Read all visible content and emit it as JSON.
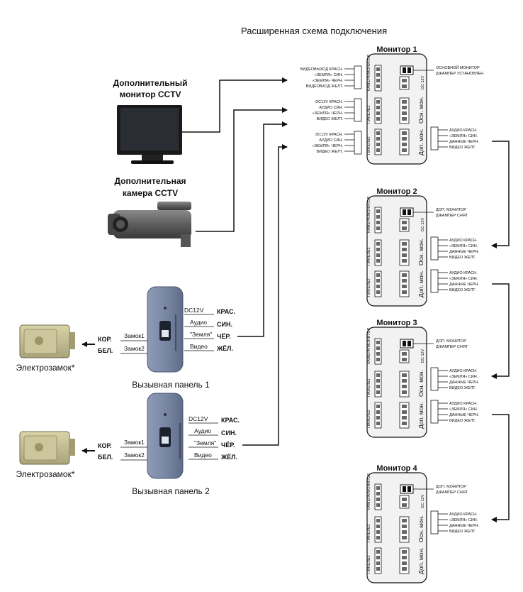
{
  "title": "Расширенная схема подключения",
  "extra_monitor": {
    "line1": "Дополнительный",
    "line2": "монитор CCTV"
  },
  "extra_camera": {
    "line1": "Дополнительная",
    "line2": "камера CCTV"
  },
  "monitor_inputs": {
    "group1": [
      "ВИДЕОВЫХОД КРАСН.",
      "«ЗЕМЛЯ» СИН.",
      "«ЗЕМЛЯ» ЧЕРН.",
      "ВИДЕОВХОД ЖЕЛТ."
    ],
    "group2": [
      "DC12V КРАСН.",
      "АУДИО СИН.",
      "«ЗЕМЛЯ» ЧЕРН.",
      "ВИДЕО ЖЕЛТ."
    ],
    "group3": [
      "DC12V КРАСН.",
      "АУДИО СИН.",
      "«ЗЕМЛЯ» ЧЕРН.",
      "ВИДЕО ЖЕЛТ."
    ]
  },
  "monitor_board": {
    "cam_label": "КАМЕРА/МОНИТОР",
    "panel1_label": "ПАНЕЛЬ1",
    "panel2_label": "ПАНЕЛЬ2",
    "dc12v": "DC 12V",
    "main_mon": "Осн. мон.",
    "extra_mon": "Доп. мон."
  },
  "monitors": [
    {
      "title": "Монитор 1",
      "jumper_line1": "ОСНОВНОЙ МОНИТОР",
      "jumper_line2": "ДЖАМПЕР УСТАНОВЛЕН"
    },
    {
      "title": "Монитор 2",
      "jumper_line1": "ДОП. МОНИТОР",
      "jumper_line2": "ДЖАМПЕР СНЯТ"
    },
    {
      "title": "Монитор 3",
      "jumper_line1": "ДОП. МОНИТОР",
      "jumper_line2": "ДЖАМПЕР СНЯТ"
    },
    {
      "title": "Монитор 4",
      "jumper_line1": "ДОП. МОНИТОР",
      "jumper_line2": "ДЖАМПЕР СНЯТ"
    }
  ],
  "out_labels_m1": [
    "АУДИО КРАСН.",
    "«ЗЕМЛЯ» СИН.",
    "ДАННЫЕ ЧЕРН.",
    "ВИДЕО ЖЕЛТ."
  ],
  "link_labels": [
    "АУДИО КРАСН.",
    "«ЗЕМЛЯ» СИН.",
    "ДАННЫЕ ЧЕРН.",
    "ВИДЕО ЖЕЛТ."
  ],
  "panels": [
    {
      "caption": "Вызывная панель 1",
      "wires": [
        "DC12V",
        "Аудио",
        "\"Земля\"",
        "Видео"
      ],
      "colors": [
        "КРАС.",
        "СИН.",
        "ЧЁР.",
        "ЖЁЛ."
      ],
      "lock1": "Замок1",
      "lock2": "Замок2",
      "kor": "КОР.",
      "bel": "БЕЛ.",
      "lock_caption": "Электрозамок*"
    },
    {
      "caption": "Вызывная панель 2",
      "wires": [
        "DC12V",
        "Аудио",
        "\"Земля\"",
        "Видео"
      ],
      "colors": [
        "КРАС.",
        "СИН.",
        "ЧЁР.",
        "ЖЁЛ."
      ],
      "lock1": "Замок1",
      "lock2": "Замок2",
      "kor": "КОР.",
      "bel": "БЕЛ.",
      "lock_caption": "Электрозамок*"
    }
  ],
  "colors": {
    "panel_body": "#7d8aa6",
    "monitor_box": "#f2f2f2",
    "line": "#111111"
  }
}
